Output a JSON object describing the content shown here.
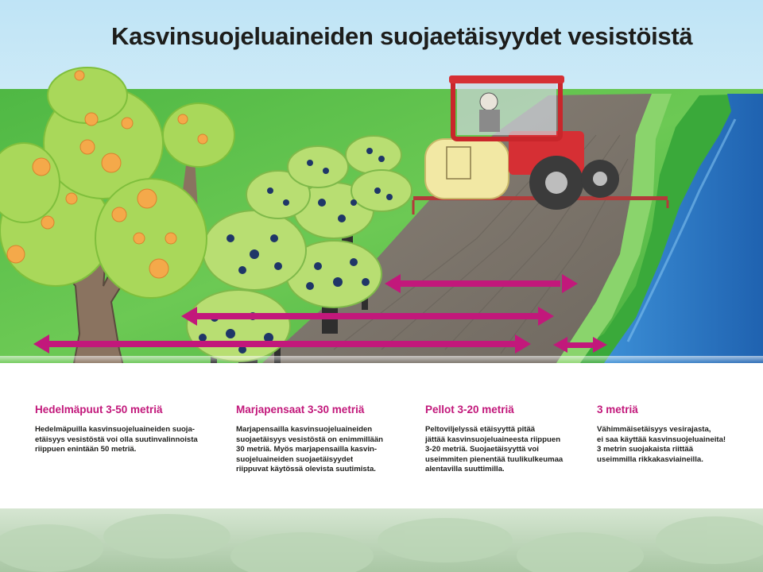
{
  "title": "Kasvinsuojeluaineiden suojaetäisyydet vesistöistä",
  "colors": {
    "sky": "#bfe4f6",
    "grass": "#5cc24b",
    "soil": "#7d766c",
    "river": "#2f7bc8",
    "arrow": "#c2187b",
    "heading": "#c2187b",
    "text": "#1d1d1b"
  },
  "icons": [
    "apple-tree-icon",
    "berry-bush-icon",
    "tractor-sprayer-icon",
    "river-icon",
    "double-arrow-icon"
  ],
  "sections": [
    {
      "heading": "Hedelmäpuut 3-50 metriä",
      "lines": [
        "Hedelmäpuilla kasvinsuojeluaineiden suoja-",
        "etäisyys vesistöstä voi olla suutinvalinnoista",
        "riippuen enintään 50 metriä."
      ]
    },
    {
      "heading": "Marjapensaat 3-30 metriä",
      "lines": [
        "Marjapensailla kasvinsuojeluaineiden",
        "suojaetäisyys vesistöstä on enimmillään",
        "30 metriä. Myös marjapensailla kasvin-",
        "suojeluaineiden suojaetäisyydet",
        "riippuvat  käytössä olevista suutimista."
      ]
    },
    {
      "heading": "Pellot 3-20 metriä",
      "lines": [
        "Peltoviljelyssä etäisyyttä pitää",
        "jättää kasvinsuojeluaineesta riippuen",
        "3-20 metriä.  Suojaetäisyyttä voi",
        "useimmiten pienentää tuulikulkeumaa",
        "alentavilla suuttimilla."
      ]
    },
    {
      "heading": "3 metriä",
      "lines": [
        "Vähimmäisetäisyys vesirajasta,",
        "ei saa käyttää kasvinsuojeluaineita!",
        "3 metrin suojakaista riittää",
        "useimmilla rikkakasviaineilla."
      ]
    }
  ]
}
